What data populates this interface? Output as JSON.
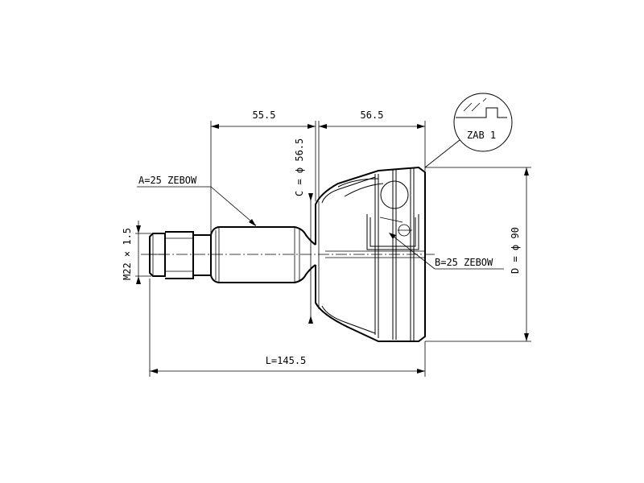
{
  "dimensions": {
    "shaft_length": "55.5",
    "bell_length": "56.5",
    "total_length": "L=145.5",
    "thread": "M22 × 1.5",
    "seat_diameter": "C = ϕ 56.5",
    "outer_diameter": "D = ϕ 90"
  },
  "labels": {
    "spline_a": "A=25 ZEBOW",
    "spline_b": "B=25 ZEBOW",
    "detail": "ZAB 1"
  }
}
